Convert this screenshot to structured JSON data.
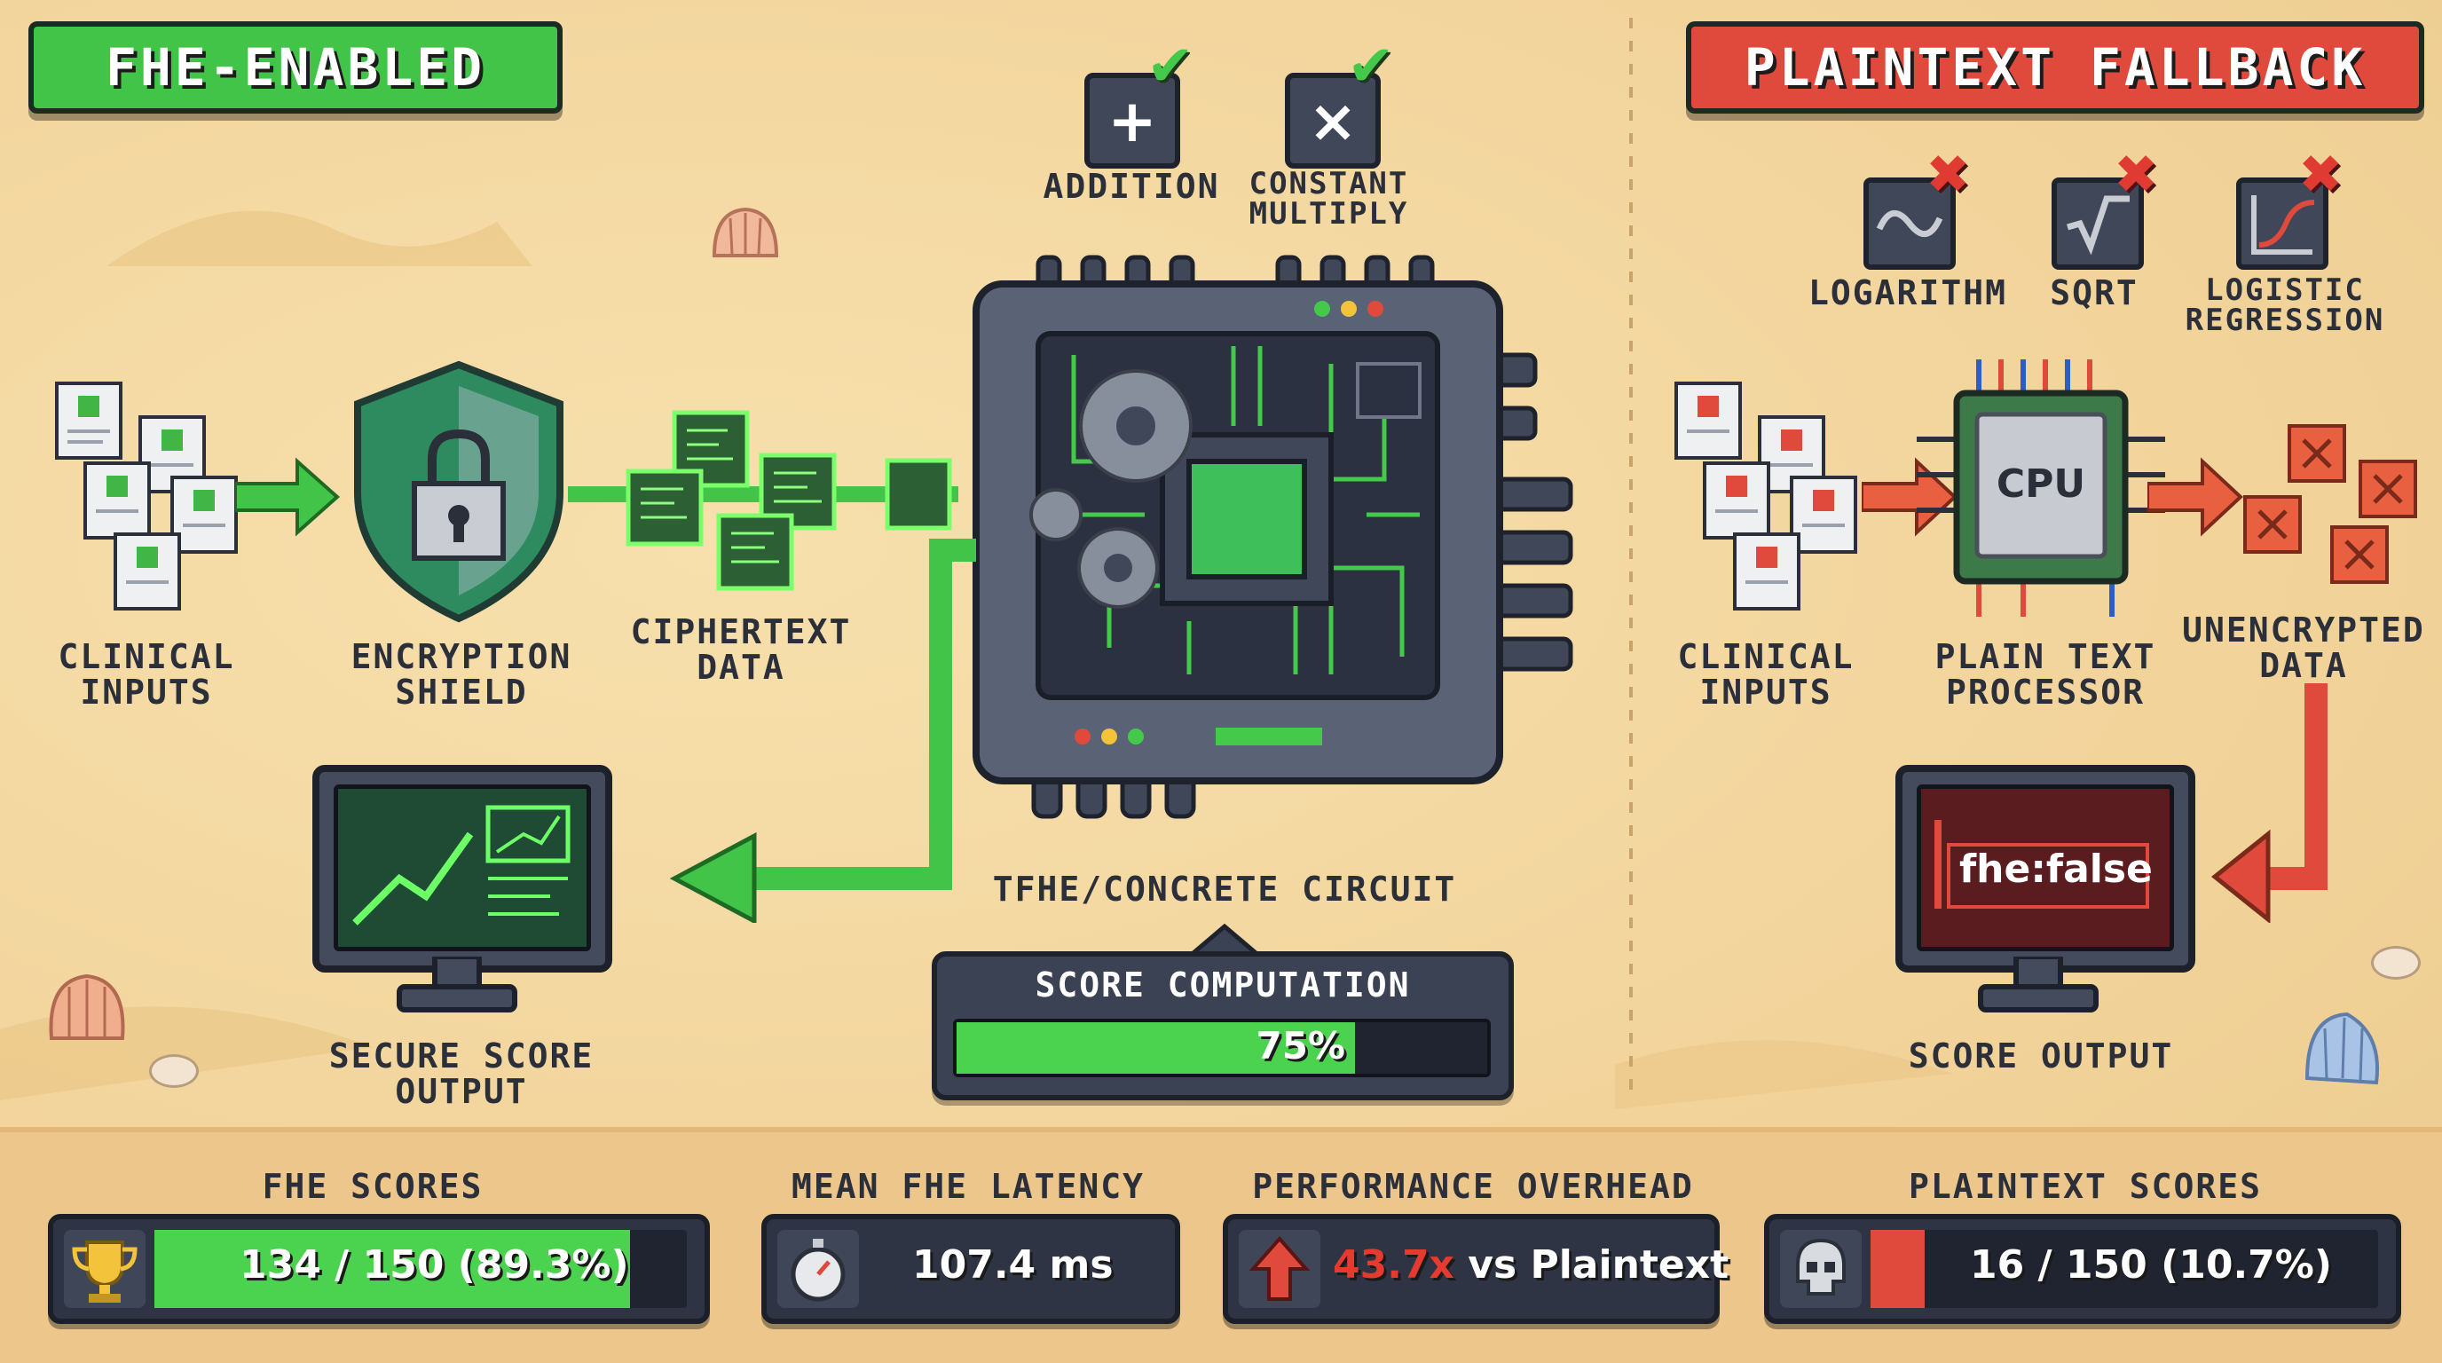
{
  "fhe_section": {
    "banner": "FHE-ENABLED",
    "ops": [
      {
        "symbol": "+",
        "label": "ADDITION",
        "supported": true
      },
      {
        "symbol": "×",
        "label": "CONSTANT\nMULTIPLY",
        "supported": true
      }
    ],
    "nodes": {
      "inputs": "CLINICAL\nINPUTS",
      "shield": "ENCRYPTION\nSHIELD",
      "ciphertext": "CIPHERTEXT\nDATA",
      "circuit": "TFHE/CONCRETE CIRCUIT",
      "output": "SECURE SCORE\nOUTPUT"
    },
    "score_computation": {
      "title": "SCORE COMPUTATION",
      "progress": 75,
      "label": "75%"
    }
  },
  "plaintext_section": {
    "banner": "PLAINTEXT FALLBACK",
    "ops": [
      {
        "label": "LOGARITHM",
        "icon": "log-curve-icon",
        "supported": false
      },
      {
        "label": "SQRT",
        "icon": "sqrt-icon",
        "supported": false
      },
      {
        "label": "LOGISTIC\nREGRESSION",
        "icon": "logistic-chart-icon",
        "supported": false
      }
    ],
    "nodes": {
      "inputs": "CLINICAL\nINPUTS",
      "cpu_chip": "CPU",
      "processor": "PLAIN TEXT\nPROCESSOR",
      "unencrypted": "UNENCRYPTED\nDATA",
      "screen_text_key": "fhe",
      "screen_text_sep": ":",
      "screen_text_value": "false",
      "output": "SCORE OUTPUT"
    }
  },
  "stats": [
    {
      "title": "FHE SCORES",
      "value": "134 / 150 (89.3%)",
      "fraction": 0.893,
      "icon": "trophy-icon",
      "color": "#4bd34f"
    },
    {
      "title": "MEAN FHE LATENCY",
      "value": "107.4 ms",
      "icon": "stopwatch-icon"
    },
    {
      "title": "PERFORMANCE OVERHEAD",
      "value_highlight": "43.7x",
      "value_rest": " vs Plaintext",
      "icon": "up-arrow-icon",
      "highlight_color": "#e53a2f"
    },
    {
      "title": "PLAINTEXT SCORES",
      "value": "16 / 150 (10.7%)",
      "fraction": 0.107,
      "icon": "skull-icon",
      "color": "#e04a3c"
    }
  ],
  "colors": {
    "fhe_green": "#41c447",
    "plaintext_red": "#e04a3c",
    "panel_dark": "#2e3444",
    "sand": "#f4d9a2"
  }
}
